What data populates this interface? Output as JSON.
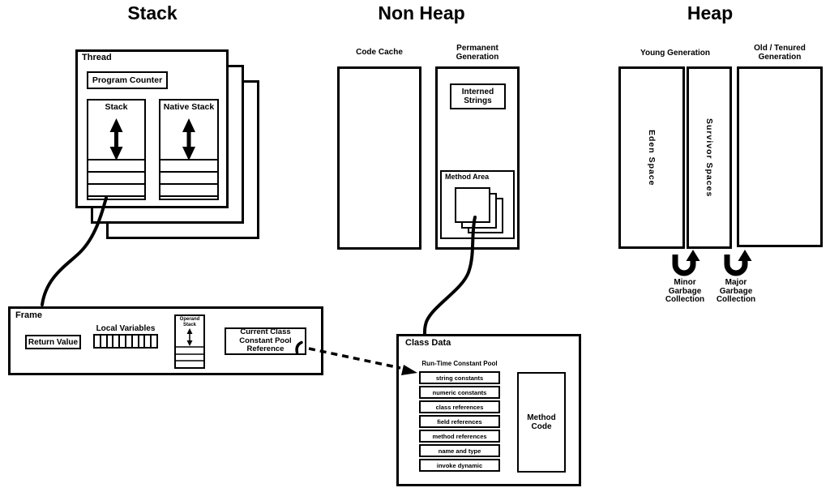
{
  "colors": {
    "ink": "#000000",
    "background": "#ffffff"
  },
  "sections": {
    "stack_title": "Stack",
    "non_heap_title": "Non Heap",
    "heap_title": "Heap"
  },
  "thread": {
    "label": "Thread",
    "program_counter": "Program Counter",
    "stack_label": "Stack",
    "native_stack_label": "Native Stack"
  },
  "frame": {
    "label": "Frame",
    "return_value": "Return Value",
    "local_variables": "Local Variables",
    "operand_stack": "Operand Stack",
    "current_class_constant_pool_reference": "Current Class Constant Pool Reference"
  },
  "non_heap": {
    "code_cache": "Code Cache",
    "permanent_generation": "Permanent Generation",
    "interned_strings": "Interned Strings",
    "method_area": "Method Area"
  },
  "heap": {
    "young_generation": "Young Generation",
    "old_tenured_generation": "Old / Tenured Generation",
    "eden_space": "Eden Space",
    "survivor_spaces": "Survivor Spaces",
    "minor_gc": "Minor Garbage Collection",
    "major_gc": "Major Garbage Collection"
  },
  "class_data": {
    "label": "Class Data",
    "runtime_constant_pool": "Run-Time Constant Pool",
    "pool_entries": [
      "string constants",
      "numeric constants",
      "class references",
      "field references",
      "method references",
      "name and type",
      "invoke dynamic"
    ],
    "method_code": "Method Code"
  }
}
